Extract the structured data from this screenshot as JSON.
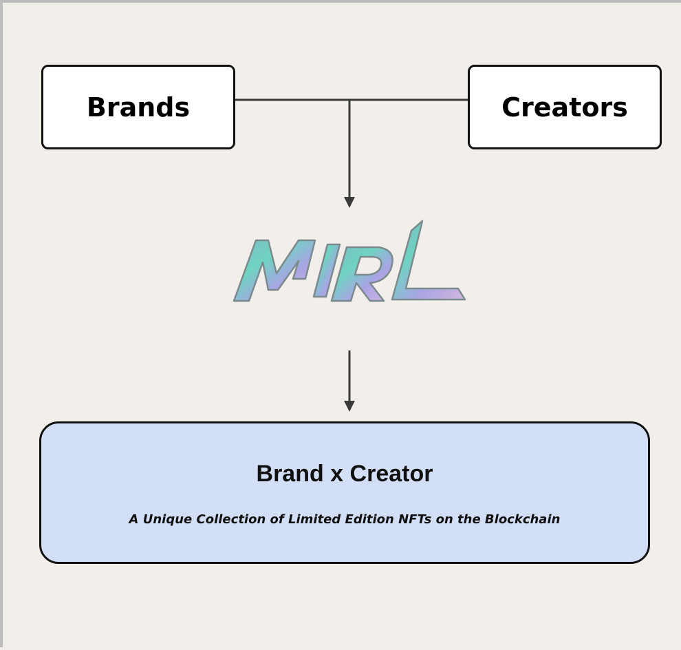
{
  "nodes": {
    "brands": "Brands",
    "creators": "Creators",
    "logo_text": "MIRL"
  },
  "result": {
    "title": "Brand x Creator",
    "subtitle": "A Unique Collection of Limited Edition NFTs on the Blockchain"
  },
  "colors": {
    "background": "#f2efeb",
    "result_fill": "#d2dff7",
    "stroke": "#111111",
    "logo_gradient": [
      "#7fb8c8",
      "#6fd3c1",
      "#a9a4e4",
      "#d3b7de"
    ]
  }
}
